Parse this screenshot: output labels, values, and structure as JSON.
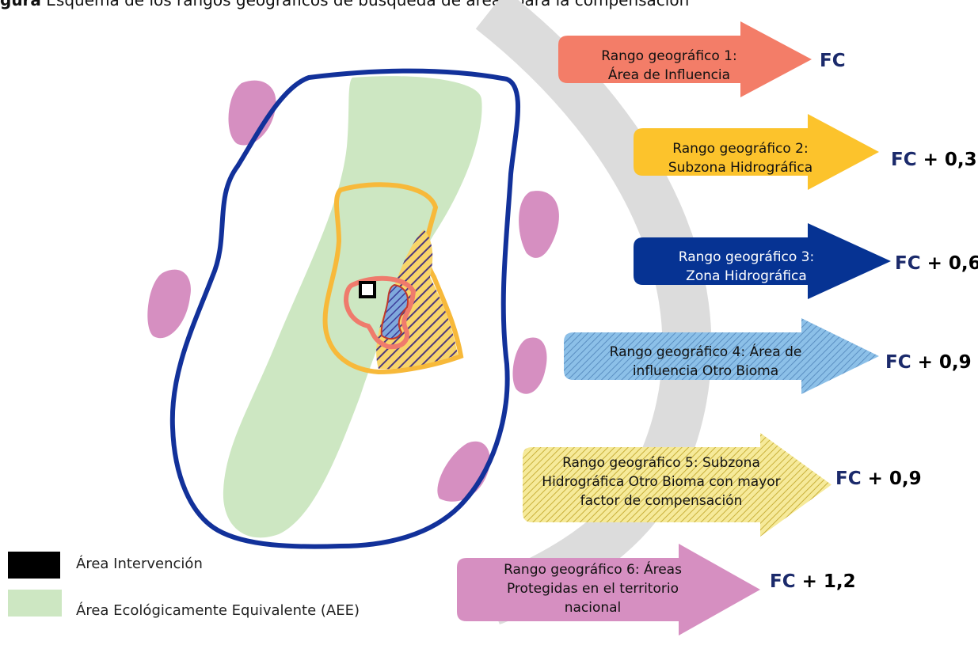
{
  "caption": {
    "prefix": "gura",
    "text": " Esquema de los rangos geográficos de búsqueda de áreas para la compensación"
  },
  "arrows": [
    {
      "line1": "Rango geográfico 1:",
      "line2": "Área de Influencia",
      "line3": "",
      "fc": "FC",
      "add": "",
      "color": "#f37d68",
      "pattern": "solid"
    },
    {
      "line1": "Rango geográfico 2:",
      "line2": "Subzona Hidrográfica",
      "line3": "",
      "fc": "FC",
      "add": " + 0,3",
      "color": "#fcc32c",
      "pattern": "solid"
    },
    {
      "line1": "Rango geográfico 3:",
      "line2": "Zona Hidrográfica",
      "line3": "",
      "fc": "FC",
      "add": " + 0,6",
      "color": "#063393",
      "pattern": "solid"
    },
    {
      "line1": "Rango geográfico 4: Área de",
      "line2": "influencia Otro  Bioma",
      "line3": "",
      "fc": "FC",
      "add": " + 0,9",
      "color": "#7fb6e3",
      "pattern": "hatch-blue"
    },
    {
      "line1": "Rango geográfico 5: Subzona",
      "line2": "Hidrográfica Otro  Bioma con mayor",
      "line3": "factor de compensación",
      "fc": "FC",
      "add": " + 0,9",
      "color": "#f3e27c",
      "pattern": "hatch-yellow"
    },
    {
      "line1": "Rango geográfico 6:  Áreas",
      "line2": "Protegidas en el territorio",
      "line3": "nacional",
      "fc": "FC",
      "add": " + 1,2",
      "color": "#d68fc1",
      "pattern": "solid"
    }
  ],
  "legend": [
    {
      "label": "Área Intervención",
      "color": "#000000"
    },
    {
      "label": "Área Ecológicamente  Equivalente (AEE)",
      "color": "#cde7c2"
    }
  ],
  "colors": {
    "fc_blue": "#1b2a6b",
    "dark_blue": "#12319a",
    "orange": "#f7b93a",
    "salmon": "#ef7b6c",
    "purple_hatch": "#5a3c80",
    "green": "#cde7c2",
    "pink": "#d68fc1",
    "gray_arc": "#dcdcdc"
  }
}
